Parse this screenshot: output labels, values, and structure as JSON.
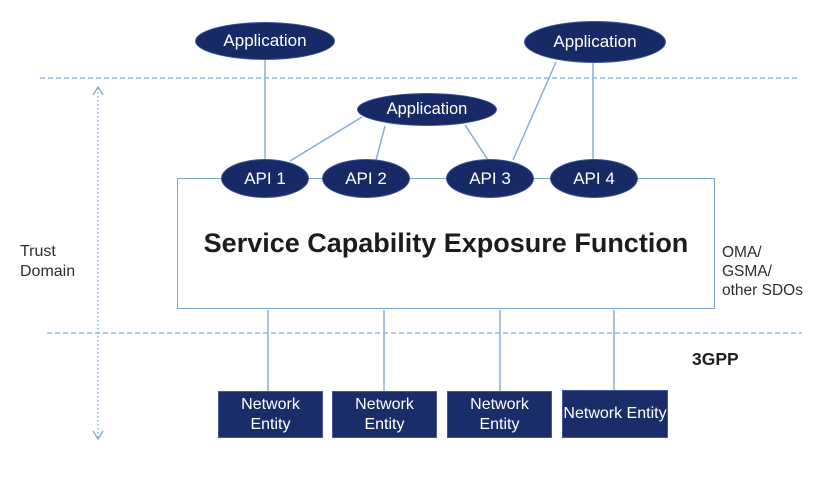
{
  "diagram": {
    "applications": [
      {
        "label": "Application"
      },
      {
        "label": "Application"
      },
      {
        "label": "Application"
      }
    ],
    "apis": [
      {
        "label": "API 1"
      },
      {
        "label": "API 2"
      },
      {
        "label": "API 3"
      },
      {
        "label": "API 4"
      }
    ],
    "scef_label": "Service Capability Exposure Function",
    "network_entities": [
      {
        "label": "Network Entity"
      },
      {
        "label": "Network Entity"
      },
      {
        "label": "Network Entity"
      },
      {
        "label": "Network Entity"
      }
    ],
    "labels": {
      "trust_domain": "Trust\nDomain",
      "sdo_stack": "OMA/\nGSMA/\nother SDOs",
      "three_gpp": "3GPP"
    },
    "colors": {
      "node_fill": "#172a66",
      "node_text": "#ffffff",
      "connector_line": "#8aadd6",
      "boundary_dash": "#93b7da",
      "arrow_dotted": "#7fa8d2",
      "rect_border": "#7ea6cd",
      "title_text": "#1c1c1c"
    }
  }
}
